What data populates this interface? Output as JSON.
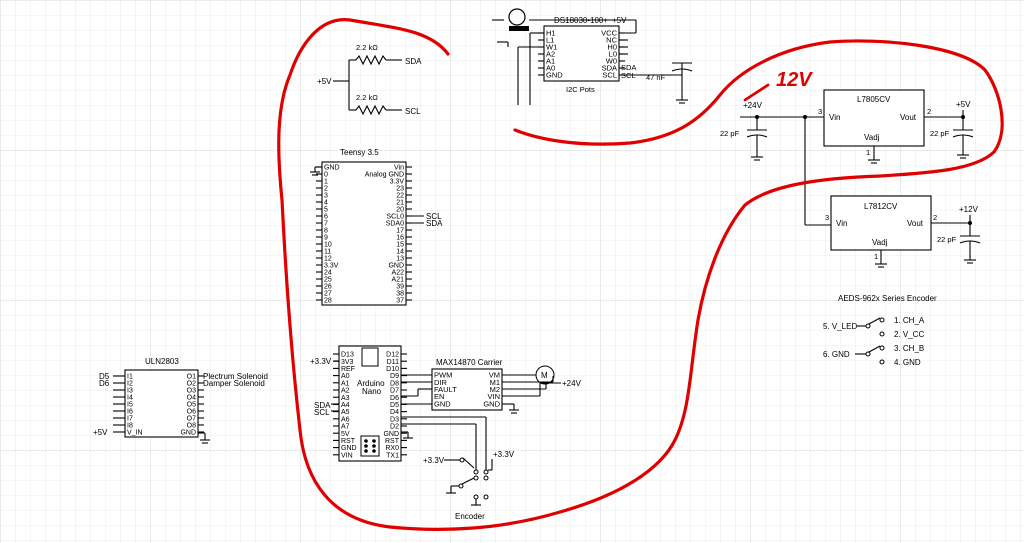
{
  "colors": {
    "grid": "#e6e6e6",
    "wire": "#000000",
    "annotation": "#e00000"
  },
  "annotation_12v": "12V",
  "pot": {
    "title": "DS18030-100+",
    "caption": "I2C Pots",
    "left_pins": [
      "H1",
      "L1",
      "W1",
      "A2",
      "A1",
      "A0",
      "GND"
    ],
    "right_pins": [
      "VCC",
      "NC",
      "H0",
      "L0",
      "W0",
      "SDA",
      "SCL"
    ],
    "vcc": "+5V",
    "sda": "SDA",
    "scl": "SCL",
    "cap": "47 nF"
  },
  "pullups": {
    "r1": "2.2 kΩ",
    "r2": "2.2 kΩ",
    "supply": "+5V",
    "sda": "SDA",
    "scl": "SCL"
  },
  "teensy": {
    "title": "Teensy 3.5",
    "left_pins": [
      "GND",
      "0",
      "1",
      "2",
      "3",
      "4",
      "5",
      "6",
      "7",
      "8",
      "9",
      "10",
      "11",
      "12",
      "3.3V",
      "24",
      "25",
      "26",
      "27",
      "28"
    ],
    "right_pins": [
      "Vin",
      "Analog GND",
      "3.3V",
      "23",
      "22",
      "21",
      "20",
      "SCL0",
      "SDA0",
      "17",
      "16",
      "15",
      "14",
      "13",
      "GND",
      "A22",
      "A21",
      "39",
      "38",
      "37"
    ],
    "scl": "SCL",
    "sda": "SDA"
  },
  "reg5": {
    "title": "L7805CV",
    "vin": "Vin",
    "vout": "Vout",
    "adj": "Vadj",
    "pin_in": "3",
    "pin_out": "2",
    "pin_gnd": "1",
    "in_label": "+24V",
    "out_label": "+5V",
    "cap_in": "22 pF",
    "cap_out": "22 pF"
  },
  "reg12": {
    "title": "L7812CV",
    "vin": "Vin",
    "vout": "Vout",
    "adj": "Vadj",
    "pin_in": "3",
    "pin_out": "2",
    "pin_gnd": "1",
    "out_label": "+12V",
    "cap_out": "22 pF"
  },
  "encoder_ic": {
    "title": "AEDS-962x Series Encoder",
    "in1": "5. V_LED",
    "in2": "6. GND",
    "outs": [
      "1. CH_A",
      "2. V_CC",
      "3. CH_B",
      "4. GND"
    ]
  },
  "uln": {
    "title": "ULN2803",
    "left_pins": [
      "I1",
      "I2",
      "I3",
      "I4",
      "I5",
      "I6",
      "I7",
      "I8",
      "V_IN"
    ],
    "right_pins": [
      "O1",
      "O2",
      "O3",
      "O4",
      "O5",
      "O6",
      "O7",
      "O8",
      "GND"
    ],
    "in1": "D5",
    "in2": "D6",
    "supply": "+5V",
    "out1": "Plectrum Solenoid",
    "out2": "Damper Solenoid"
  },
  "nano": {
    "title": "Arduino",
    "title2": "Nano",
    "left_pins": [
      "D13",
      "3V3",
      "REF",
      "A0",
      "A1",
      "A2",
      "A3",
      "A4",
      "A5",
      "A6",
      "A7",
      "5V",
      "RST",
      "GND",
      "VIN"
    ],
    "right_pins": [
      "D12",
      "D11",
      "D10",
      "D9",
      "D8",
      "D7",
      "D6",
      "D5",
      "D4",
      "D3",
      "D2",
      "GND",
      "RST",
      "RX0",
      "TX1"
    ],
    "supply": "+3.3V",
    "sda": "SDA",
    "scl": "SCL"
  },
  "driver": {
    "title": "MAX14870 Carrier",
    "left_pins": [
      "PWM",
      "DIR",
      "FAULT",
      "EN",
      "GND"
    ],
    "right_pins": [
      "VM",
      "M1",
      "M2",
      "VIN",
      "GND"
    ],
    "motor": "M",
    "supply": "+24V"
  },
  "rot_encoder": {
    "label": "Encoder",
    "supply1": "+3.3V",
    "supply2": "+3.3V"
  }
}
